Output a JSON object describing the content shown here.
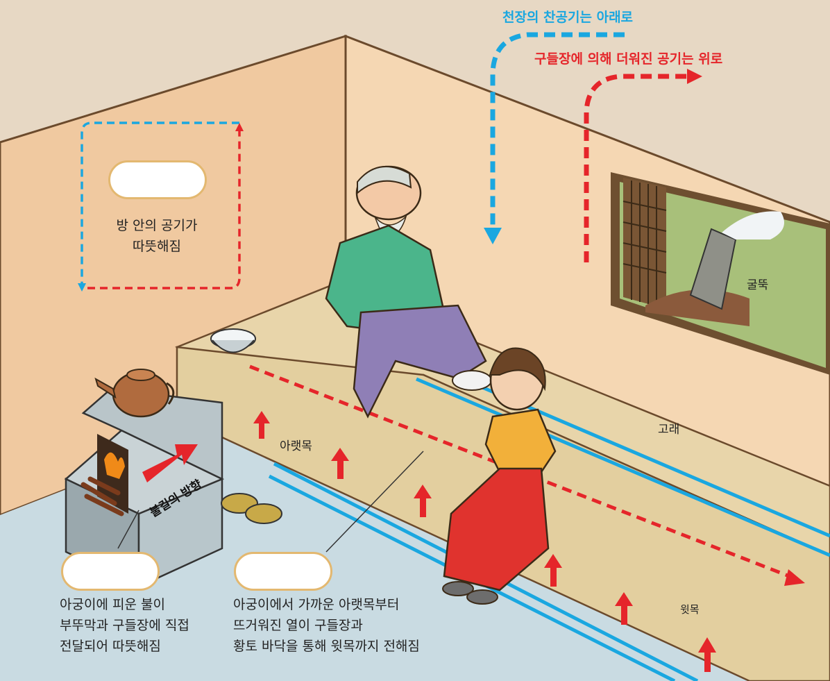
{
  "flows": {
    "cold_air": "천장의 찬공기는 아래로",
    "warm_air": "구들장에 의해 더워진 공기는 위로"
  },
  "room": {
    "air_warm_line1": "방 안의 공기가",
    "air_warm_line2": "따뜻해짐"
  },
  "labels": {
    "chimney": "굴뚝",
    "gorae": "고래",
    "araetmok": "아랫목",
    "witmok": "윗목",
    "fire_direction": "불길의 방향"
  },
  "captions": {
    "agungi_line1": "아궁이에 피운 불이",
    "agungi_line2": "부뚜막과 구들장에 직접",
    "agungi_line3": "전달되어 따뜻해짐",
    "heat_line1": "아궁이에서 가까운 아랫목부터",
    "heat_line2": "뜨거워진 열이 구들장과",
    "heat_line3": "황토 바닥을 통해 윗목까지 전해짐"
  },
  "colors": {
    "cold_flow": "#1aa7e0",
    "warm_flow": "#e5252a",
    "pill_border": "#e3b870",
    "wall": "#f3d3ad",
    "floor": "#c9dbe2",
    "ondol": "#e6d2a6"
  }
}
